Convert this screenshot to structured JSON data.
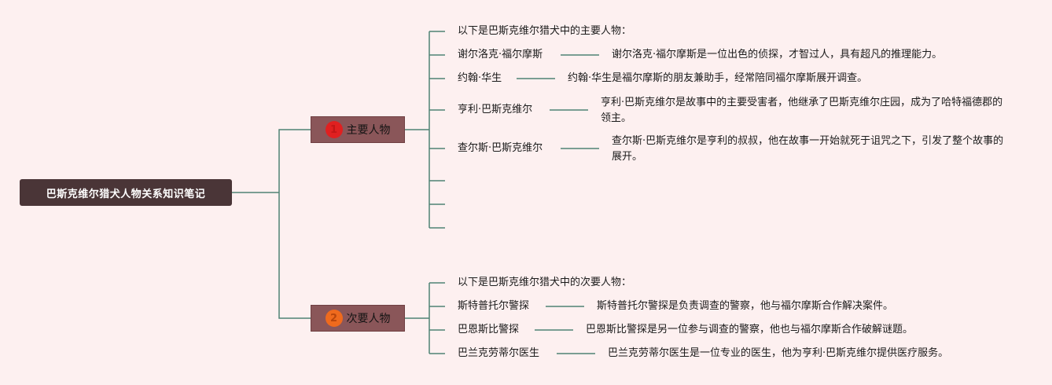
{
  "root": {
    "title": "巴斯克维尔猎犬人物关系知识笔记"
  },
  "branches": [
    {
      "badge": "1",
      "label": "主要人物",
      "intro": "以下是巴斯克维尔猎犬中的主要人物：",
      "items": [
        {
          "name": "谢尔洛克·福尔摩斯",
          "desc": "谢尔洛克·福尔摩斯是一位出色的侦探，才智过人，具有超凡的推理能力。"
        },
        {
          "name": "约翰·华生",
          "desc": "约翰·华生是福尔摩斯的朋友兼助手，经常陪同福尔摩斯展开调查。"
        },
        {
          "name": "亨利·巴斯克维尔",
          "desc": "亨利·巴斯克维尔是故事中的主要受害者，他继承了巴斯克维尔庄园，成为了哈特福德郡的领主。"
        },
        {
          "name": "查尔斯·巴斯克维尔",
          "desc": "查尔斯·巴斯克维尔是亨利的叔叔，他在故事一开始就死于诅咒之下，引发了整个故事的展开。"
        }
      ]
    },
    {
      "badge": "2",
      "label": "次要人物",
      "intro": "以下是巴斯克维尔猎犬中的次要人物：",
      "items": [
        {
          "name": "斯特普托尔警探",
          "desc": "斯特普托尔警探是负责调查的警察，他与福尔摩斯合作解决案件。"
        },
        {
          "name": "巴恩斯比警探",
          "desc": "巴恩斯比警探是另一位参与调查的警察，他也与福尔摩斯合作破解谜题。"
        },
        {
          "name": "巴兰克劳蒂尔医生",
          "desc": "巴兰克劳蒂尔医生是一位专业的医生，他为亨利·巴斯克维尔提供医疗服务。"
        }
      ]
    }
  ]
}
